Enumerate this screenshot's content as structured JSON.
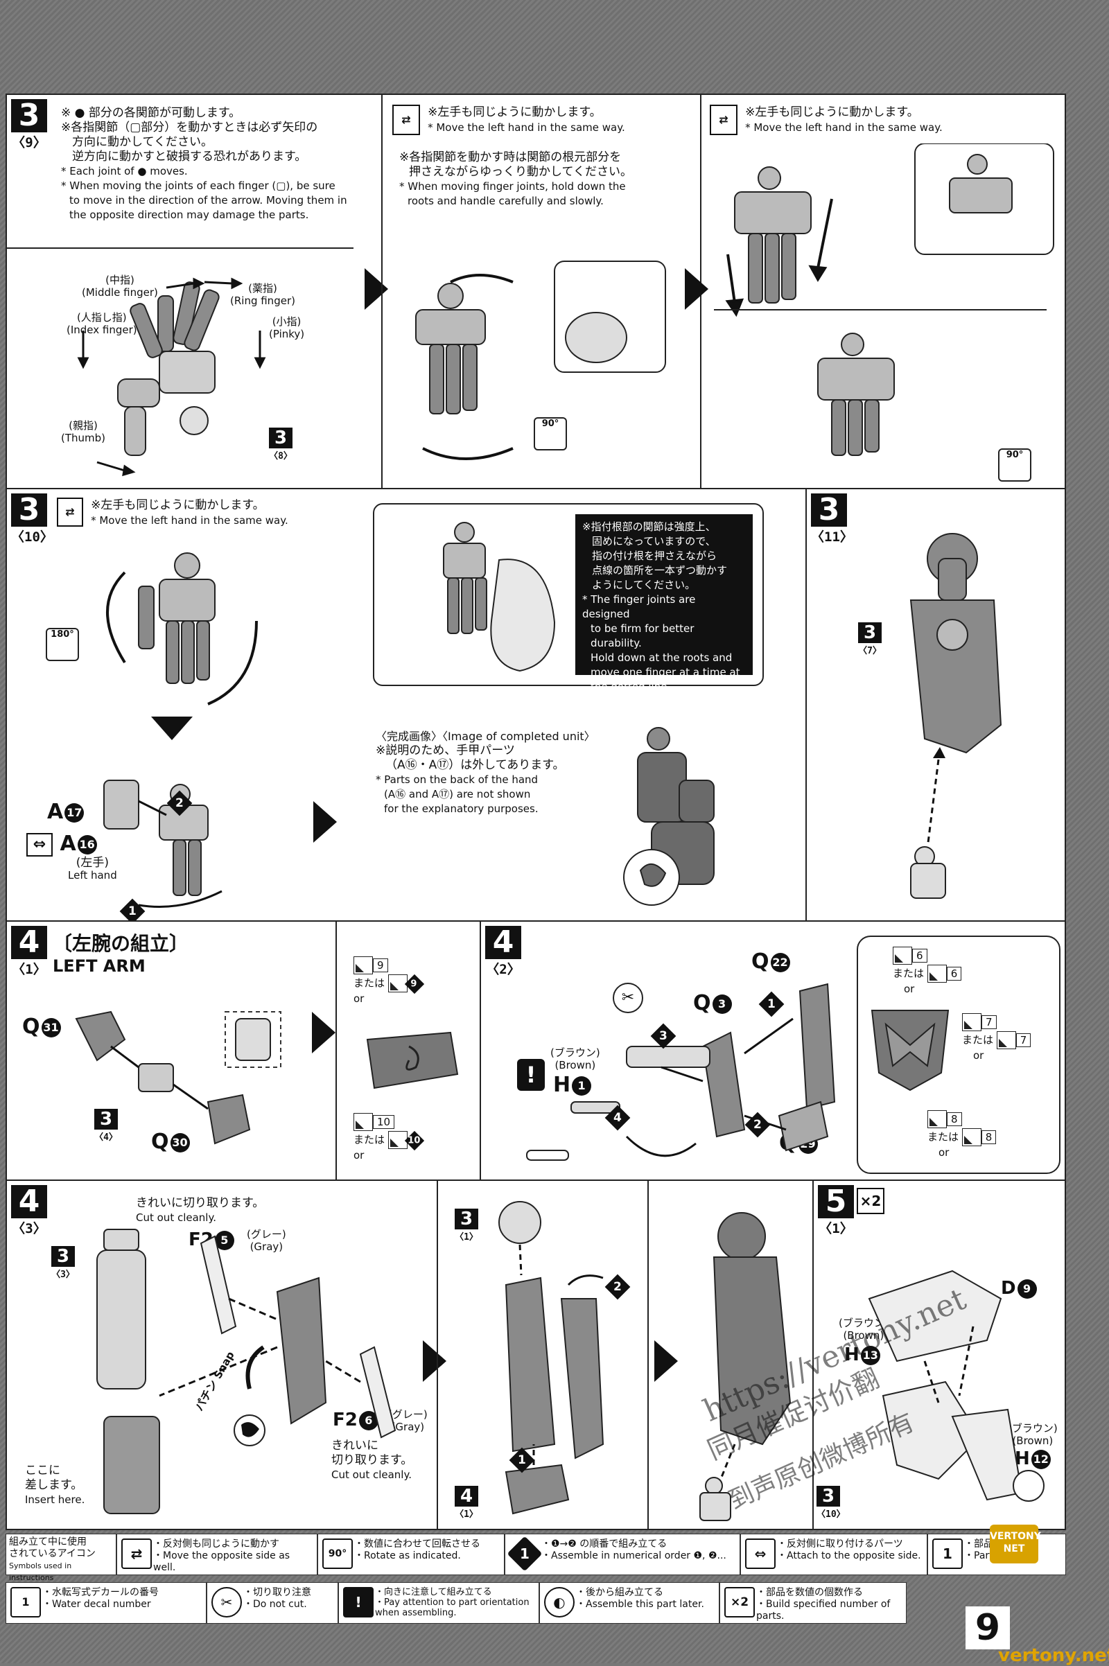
{
  "page_number": "9",
  "step_3_9": {
    "step": "3",
    "substep": "〈9〉",
    "notes_jp": [
      "※ ● 部分の各関節が可動します。",
      "※各指関節（▢部分）を動かすときは必ず矢印の",
      "方向に動かしてください。",
      "逆方向に動かすと破損する恐れがあります。"
    ],
    "notes_en": [
      "* Each joint of ● moves.",
      "* When moving the joints of each finger (▢), be sure",
      "to move in the direction of the arrow. Moving them in",
      "the opposite direction may damage the parts."
    ],
    "fingers": {
      "middle_jp": "(中指)",
      "middle_en": "(Middle finger)",
      "ring_jp": "(薬指)",
      "ring_en": "(Ring finger)",
      "index_jp": "(人指し指)",
      "index_en": "(Index finger)",
      "pinky_jp": "(小指)",
      "pinky_en": "(Pinky)",
      "thumb_jp": "(親指)",
      "thumb_en": "(Thumb)"
    },
    "ref_step": "3",
    "ref_sub": "〈8〉",
    "mid_note_jp": "※左手も同じように動かします。",
    "mid_note_en": "* Move the left hand in the same way.",
    "joint_note_jp": [
      "※各指関節を動かす時は関節の根元部分を",
      "押さえながらゆっくり動かしてください。"
    ],
    "joint_note_en": [
      "* When moving finger joints, hold down the",
      "roots and handle carefully and slowly."
    ],
    "rot1": "90°",
    "right_note_jp": "※左手も同じように動かします。",
    "right_note_en": "* Move the left hand in the same way.",
    "rot2": "90°"
  },
  "step_3_10": {
    "step": "3",
    "substep": "〈10〉",
    "note_jp": "※左手も同じように動かします。",
    "note_en": "* Move the left hand in the same way.",
    "rot": "180°",
    "part_a17": "A",
    "part_a17_num": "17",
    "part_a16": "A",
    "part_a16_num": "16",
    "left_hand_jp": "(左手)",
    "left_hand_en": "Left hand",
    "order_1": "1",
    "order_2": "2",
    "black_note": [
      "※指付根部の関節は強度上、",
      "固めになっていますので、",
      "指の付け根を押さえながら",
      "点線の箇所を一本ずつ動かす",
      "ようにしてください。",
      "* The finger joints are designed",
      "to be firm for better durability.",
      "Hold down at the roots and",
      "move one finger at a time at",
      "the dotted line."
    ],
    "completed_jp": "〈完成画像〉〈Image of completed unit〉",
    "completed_note_jp": [
      "※説明のため、手甲パーツ",
      "（A⑯・A⑰）は外してあります。"
    ],
    "completed_note_en": [
      "* Parts on the back of the hand",
      "(A⑯ and A⑰) are not shown",
      "for the explanatory purposes."
    ]
  },
  "step_3_11": {
    "step": "3",
    "substep": "〈11〉",
    "ref_step": "3",
    "ref_sub": "〈7〉"
  },
  "step_4_1": {
    "step": "4",
    "substep": "〈1〉",
    "title_jp": "〔左腕の組立〕",
    "title_en": "LEFT ARM",
    "q31": "Q",
    "q31_num": "31",
    "q30": "Q",
    "q30_num": "30",
    "ref_step": "3",
    "ref_sub": "〈4〉",
    "decal_9": "9",
    "or_jp_1": "または",
    "or_en_1": "or",
    "decal_9b": "9",
    "decal_10": "10",
    "or_jp_2": "または",
    "or_en_2": "or",
    "decal_10b": "10"
  },
  "step_4_2": {
    "step": "4",
    "substep": "〈2〉",
    "brown_jp": "(ブラウン)",
    "brown_en": "(Brown)",
    "h1": "H",
    "h1_num": "1",
    "q3": "Q",
    "q3_num": "3",
    "q22": "Q",
    "q22_num": "22",
    "q29": "Q",
    "q29_num": "29",
    "orders": [
      "1",
      "2",
      "3",
      "4"
    ],
    "decal_6": "6",
    "decal_7": "7",
    "decal_8": "8",
    "or_jp": "または",
    "or_en": "or"
  },
  "step_4_3": {
    "step": "4",
    "substep": "〈3〉",
    "cut_jp": "きれいに切り取ります。",
    "cut_en": "Cut out cleanly.",
    "f2_5": "F2",
    "f2_5_num": "5",
    "gray_jp": "(グレー)",
    "gray_en": "(Gray)",
    "f2_6": "F2",
    "f2_6_num": "6",
    "cut2_jp": [
      "きれいに",
      "切り取ります。"
    ],
    "cut2_en": "Cut out cleanly.",
    "ref_step": "3",
    "ref_sub": "〈3〉",
    "snap": "パチン",
    "snap_en": "Snap",
    "insert_jp": [
      "ここに",
      "差します。"
    ],
    "insert_en": "Insert here.",
    "ref2_step": "3",
    "ref2_sub": "〈1〉",
    "ref3_step": "4",
    "ref3_sub": "〈1〉",
    "orders": [
      "1",
      "2"
    ]
  },
  "step_5_1": {
    "step": "5",
    "substep": "〈1〉",
    "times": "×2",
    "d9": "D",
    "d9_num": "9",
    "brown_jp": "(ブラウン)",
    "brown_en": "(Brown)",
    "h13": "H",
    "h13_num": "13",
    "h12": "H",
    "h12_num": "12",
    "ref_step": "3",
    "ref_sub": "〈10〉"
  },
  "legend": {
    "title_jp": [
      "組み立て中に使用",
      "されているアイコン"
    ],
    "title_en": "Symbols used in instructions",
    "items": [
      {
        "icon": "⇄",
        "jp": "・反対側も同じように動かす",
        "en": "・Move the opposite side as well."
      },
      {
        "icon": "90°",
        "jp": "・数値に合わせて回転させる",
        "en": "・Rotate as indicated."
      },
      {
        "icon": "1",
        "jp": "・❶→❷ の順番で組み立てる",
        "en": "・Assemble in numerical order ❶, ❷..."
      },
      {
        "icon": "⇔",
        "jp": "・反対側に取り付けるパーツ",
        "en": "・Attach to the opposite side."
      },
      {
        "icon": "1",
        "jp": "・部品番号",
        "en": "・Part number"
      },
      {
        "icon": "1",
        "jp": "・水転写式デカールの番号",
        "en": "・Water decal number"
      },
      {
        "icon": "✂",
        "jp": "・切り取り注意",
        "en": "・Do not cut."
      },
      {
        "icon": "!",
        "jp": "・向きに注意して組み立てる",
        "en": "・Pay attention to part orientation when assembling."
      },
      {
        "icon": "◐",
        "jp": "・後から組み立てる",
        "en": "・Assemble this part later."
      },
      {
        "icon": "×2",
        "jp": "・部品を数値の個数作る",
        "en": "・Build specified number of parts."
      }
    ]
  },
  "watermark": {
    "url_line": "https://vertony.net",
    "line2": "同月催促讨价翻",
    "line3": "到声原创微博所有",
    "badge": "VERTONY NET",
    "footer_url": "vertony.net"
  }
}
